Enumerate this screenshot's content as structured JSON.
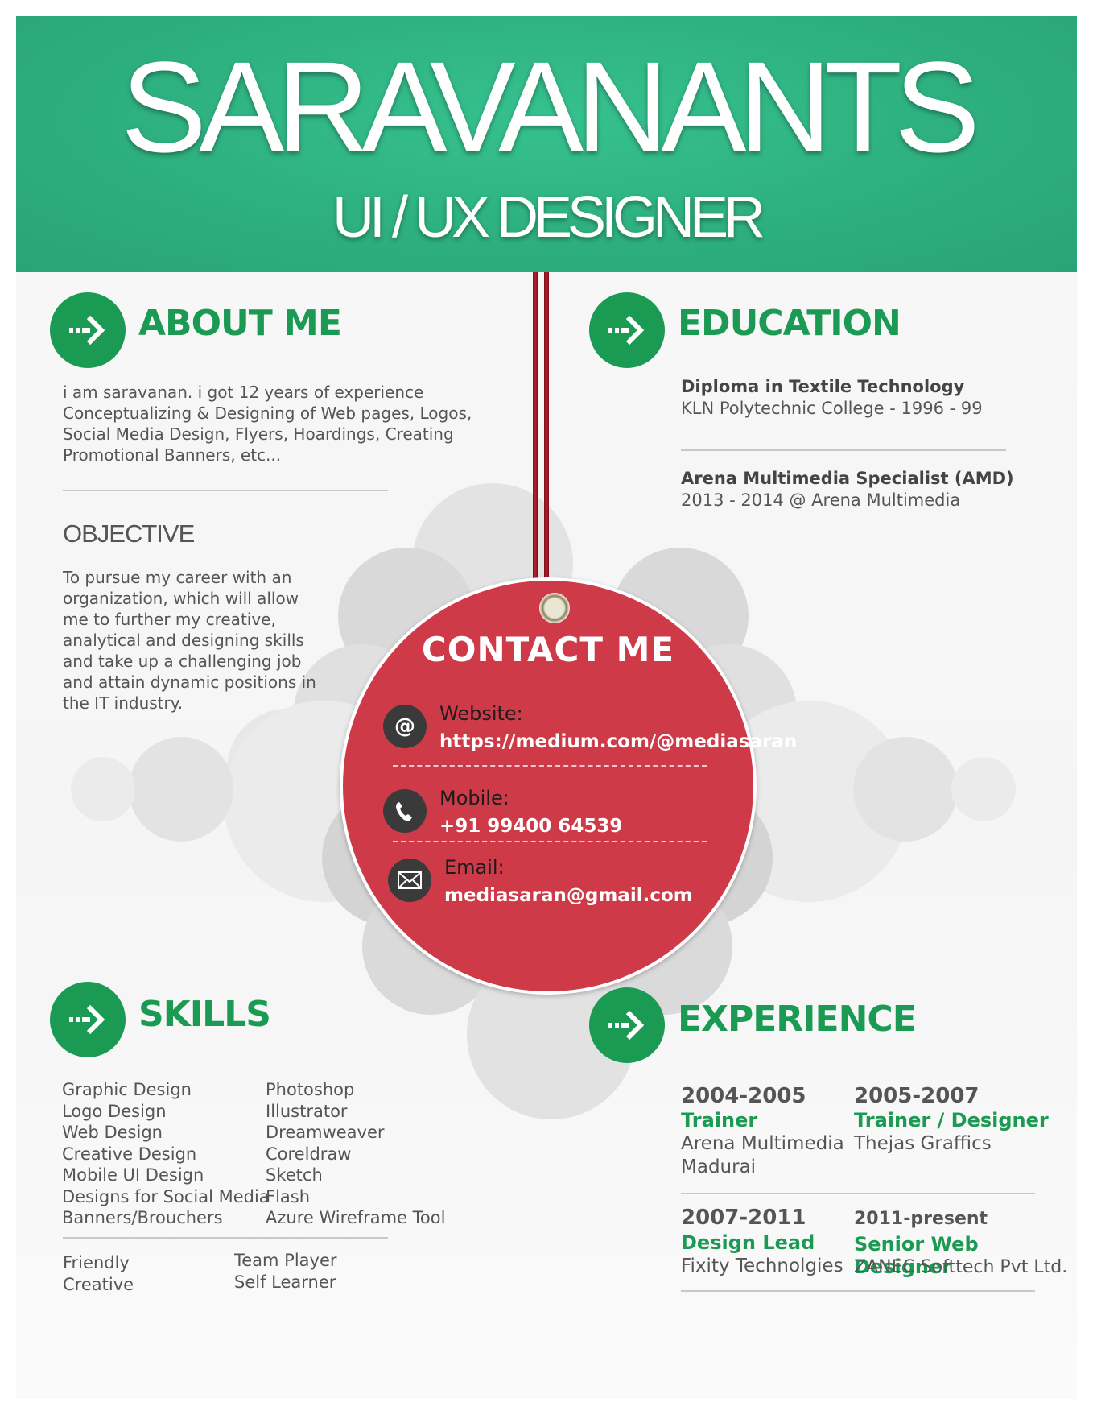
{
  "header": {
    "name": "SARAVANANTS",
    "role": "UI / UX DESIGNER"
  },
  "about": {
    "title": "ABOUT  ME",
    "text": [
      "i am saravanan. i got 12 years of experience",
      "Conceptualizing & Designing of Web pages, Logos,",
      "Social Media Design, Flyers, Hoardings, Creating",
      "Promotional Banners, etc..."
    ]
  },
  "objective": {
    "title": "OBJECTIVE",
    "text": [
      "To pursue my career with an",
      "organization, which will allow",
      "me to further my creative,",
      "analytical and designing skills",
      "and take up a challenging job",
      "and attain dynamic positions in",
      "the IT industry."
    ]
  },
  "education": {
    "title": "EDUCATION",
    "items": [
      {
        "title": "Diploma in Textile Technology",
        "sub": "KLN Polytechnic College - 1996 - 99"
      },
      {
        "title": "Arena Multimedia Specialist (AMD)",
        "sub": "2013 - 2014 @ Arena Multimedia"
      }
    ]
  },
  "contact": {
    "title": "CONTACT ME",
    "website_label": "Website:",
    "website": "https://medium.com/@mediasaran",
    "mobile_label": "Mobile:",
    "mobile": "+91 99400 64539",
    "email_label": "Email:",
    "email": "mediasaran@gmail.com",
    "icons": [
      "at-icon",
      "phone-icon",
      "envelope-icon"
    ]
  },
  "skills": {
    "title": "SKILLS",
    "col1": [
      "Graphic Design",
      "Logo Design",
      "Web Design",
      "Creative Design",
      "Mobile UI Design",
      "Designs for Social Media",
      "Banners/Brouchers"
    ],
    "col2": [
      "Photoshop",
      "Illustrator",
      "Dreamweaver",
      "Coreldraw",
      "Sketch",
      "Flash",
      "Azure Wireframe Tool"
    ],
    "soft1": [
      "Friendly",
      "Creative"
    ],
    "soft2": [
      "Team Player",
      "Self Learner"
    ]
  },
  "experience": {
    "title": "EXPERIENCE",
    "items": [
      {
        "year": "2004-2005",
        "role": "Trainer",
        "company": [
          "Arena Multimedia",
          "Madurai"
        ]
      },
      {
        "year": "2005-2007",
        "role": "Trainer / Designer",
        "company": [
          "Thejas Graffics"
        ]
      },
      {
        "year": "2007-2011",
        "role": "Design Lead",
        "company": [
          "Fixity Technolgies"
        ]
      },
      {
        "year": "2011-present",
        "role": "Senior Web Designer",
        "company": [
          "ZANEC Softtech Pvt Ltd."
        ]
      }
    ]
  },
  "colors": {
    "header_green": "#2dae7e",
    "accent_green": "#1b9a53",
    "tag_red": "#cf3a48",
    "icon_dark": "#3a3a3a"
  },
  "section_icon": "arrow-right-icon"
}
